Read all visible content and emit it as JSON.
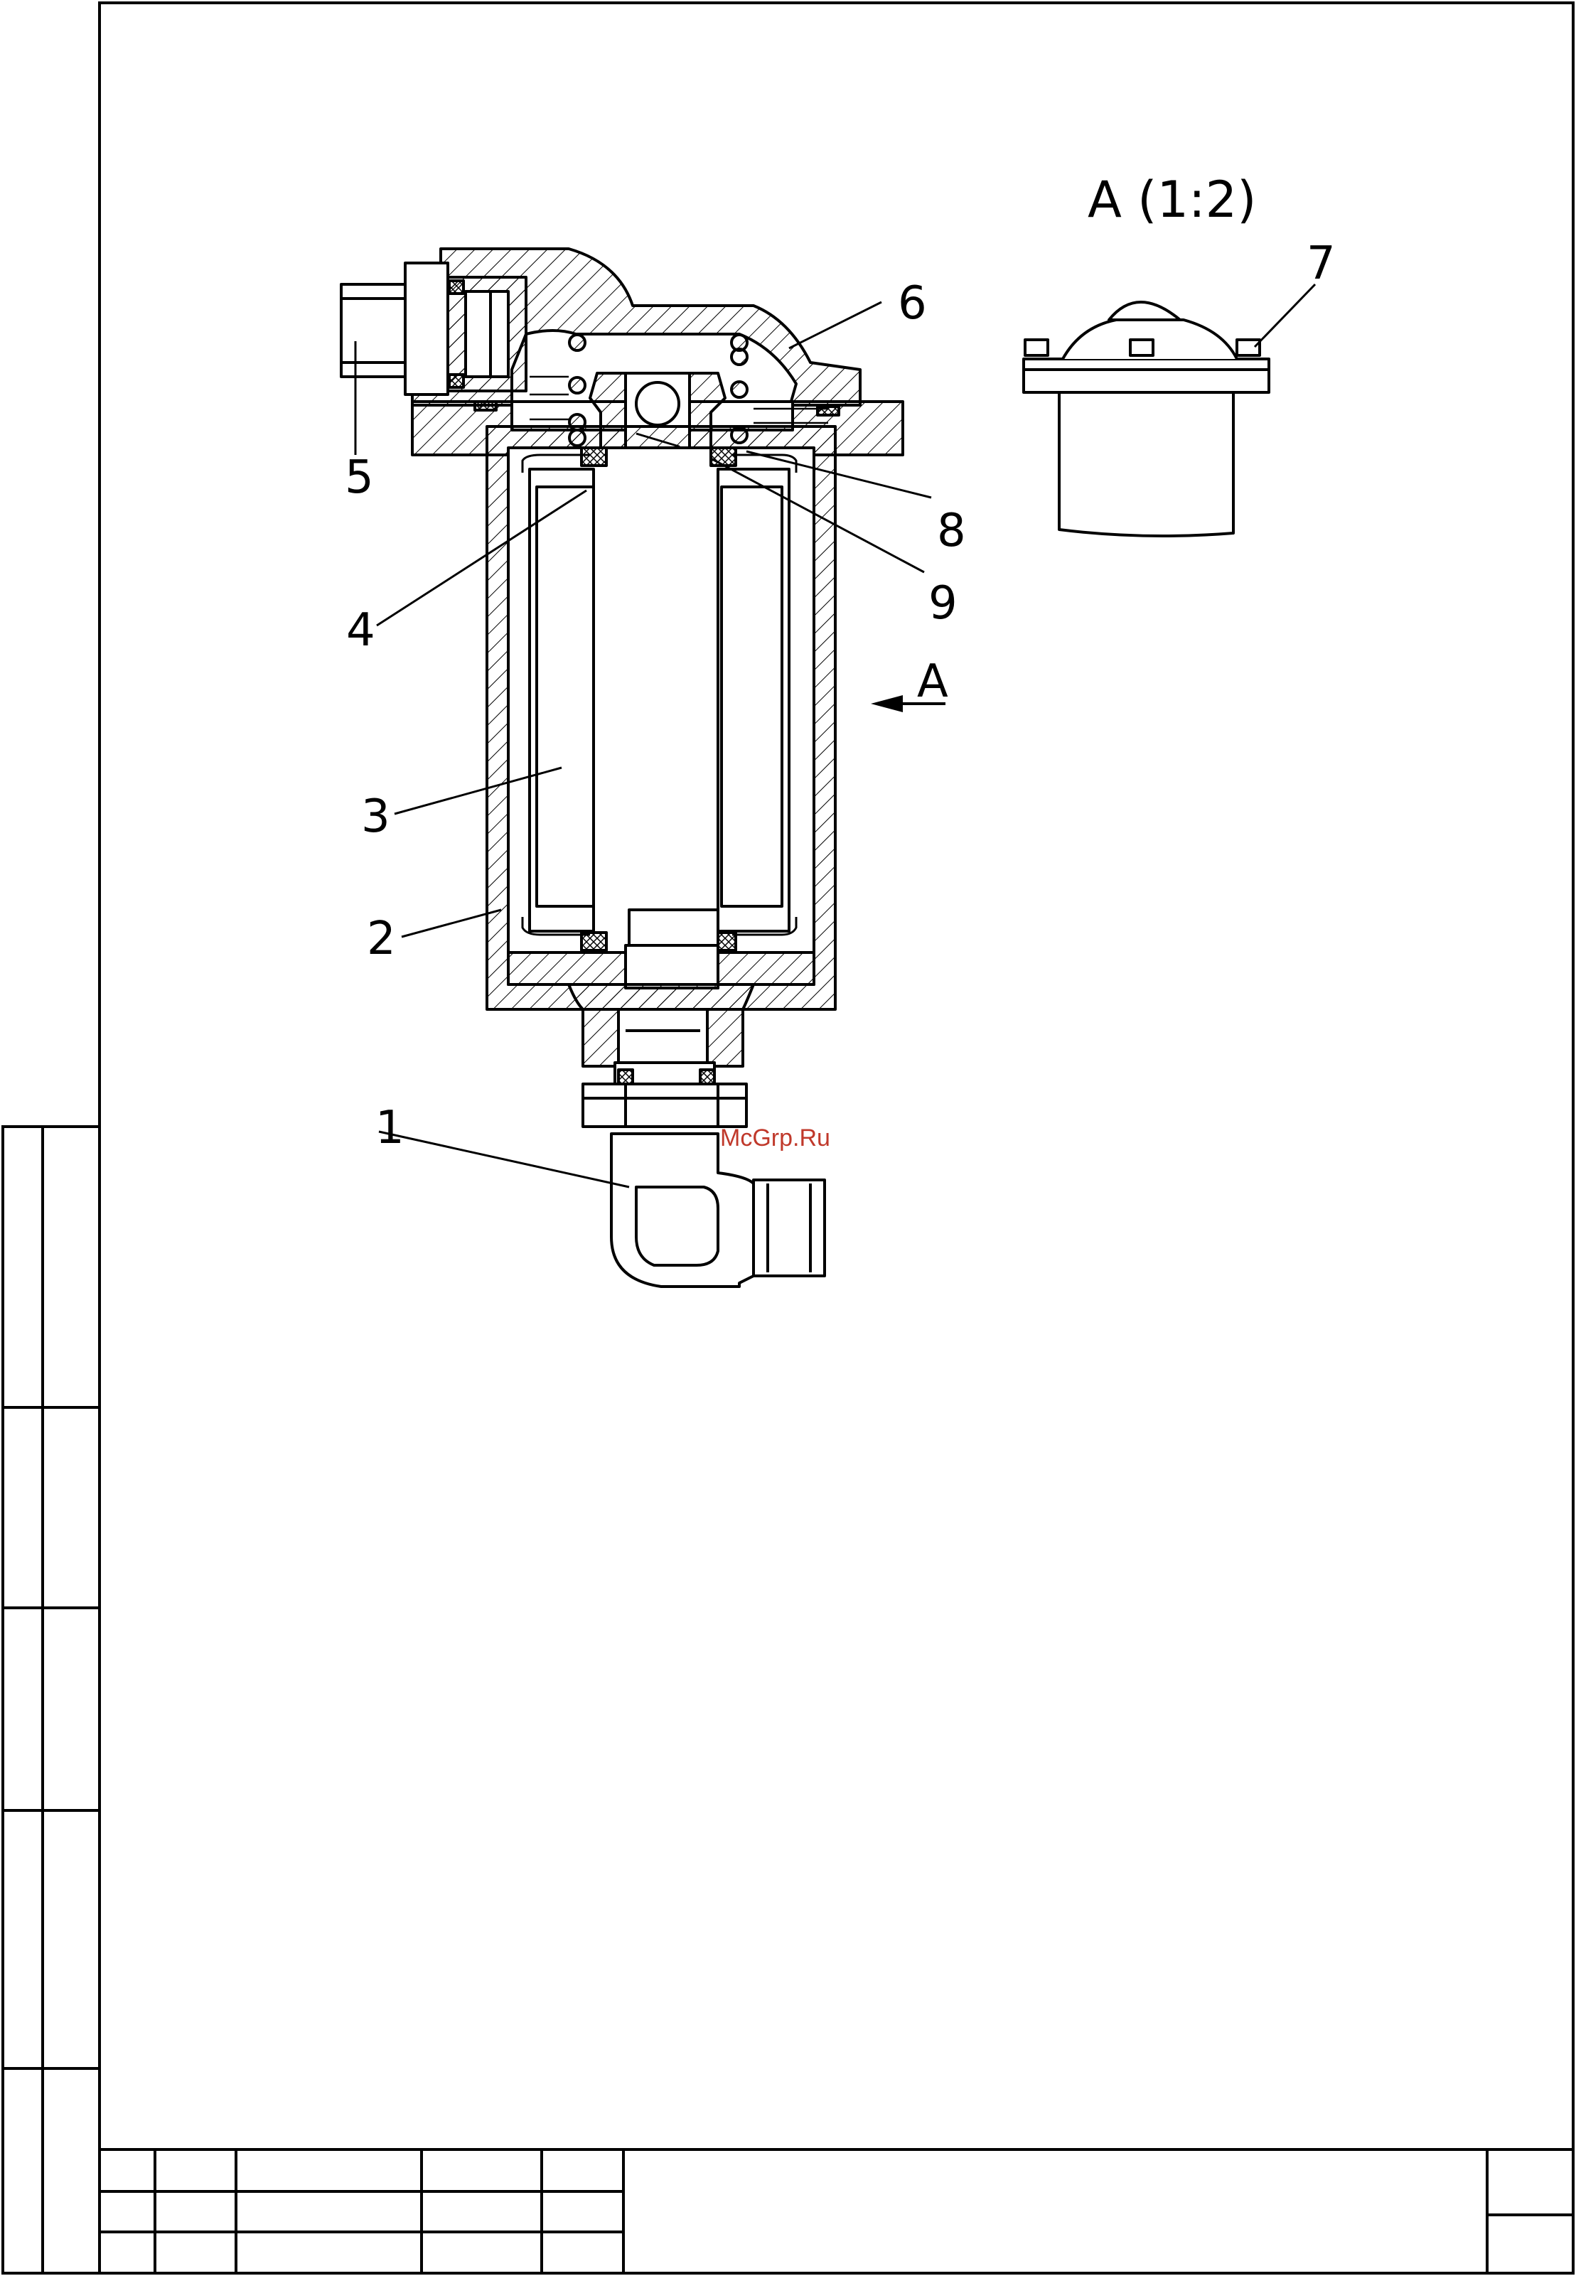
{
  "drawing": {
    "view_title": "A (1:2)",
    "view_arrow_label": "A",
    "callouts": [
      "1",
      "2",
      "3",
      "4",
      "5",
      "6",
      "7",
      "8",
      "9"
    ]
  },
  "watermark": "McGrp.Ru",
  "colors": {
    "line": "#000000",
    "background": "#ffffff",
    "watermark": "#c0392b"
  }
}
